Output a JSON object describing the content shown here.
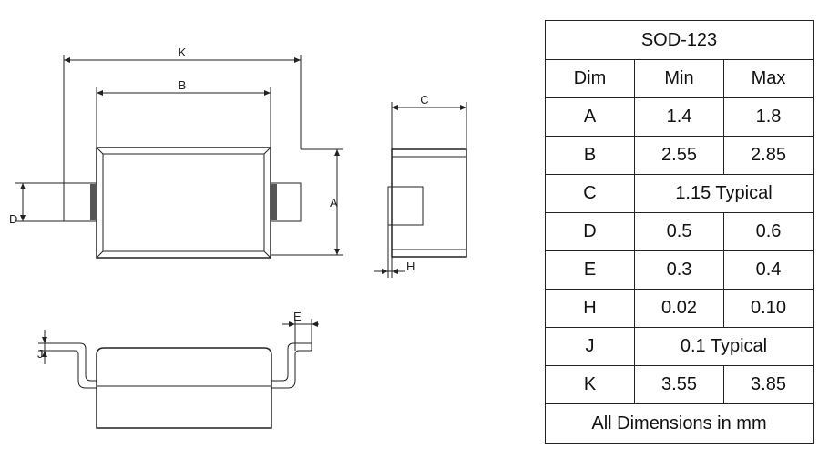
{
  "drawing": {
    "labels": {
      "K": "K",
      "B": "B",
      "C": "C",
      "A": "A",
      "D": "D",
      "H": "H",
      "E": "E",
      "J": "J"
    }
  },
  "table": {
    "title": "SOD-123",
    "headers": [
      "Dim",
      "Min",
      "Max"
    ],
    "rows": [
      {
        "dim": "A",
        "min": "1.4",
        "max": "1.8"
      },
      {
        "dim": "B",
        "min": "2.55",
        "max": "2.85"
      },
      {
        "dim": "C",
        "typical": "1.15 Typical"
      },
      {
        "dim": "D",
        "min": "0.5",
        "max": "0.6"
      },
      {
        "dim": "E",
        "min": "0.3",
        "max": "0.4"
      },
      {
        "dim": "H",
        "min": "0.02",
        "max": "0.10"
      },
      {
        "dim": "J",
        "typical": "0.1 Typical"
      },
      {
        "dim": "K",
        "min": "3.55",
        "max": "3.85"
      }
    ],
    "footer": "All Dimensions in mm"
  }
}
